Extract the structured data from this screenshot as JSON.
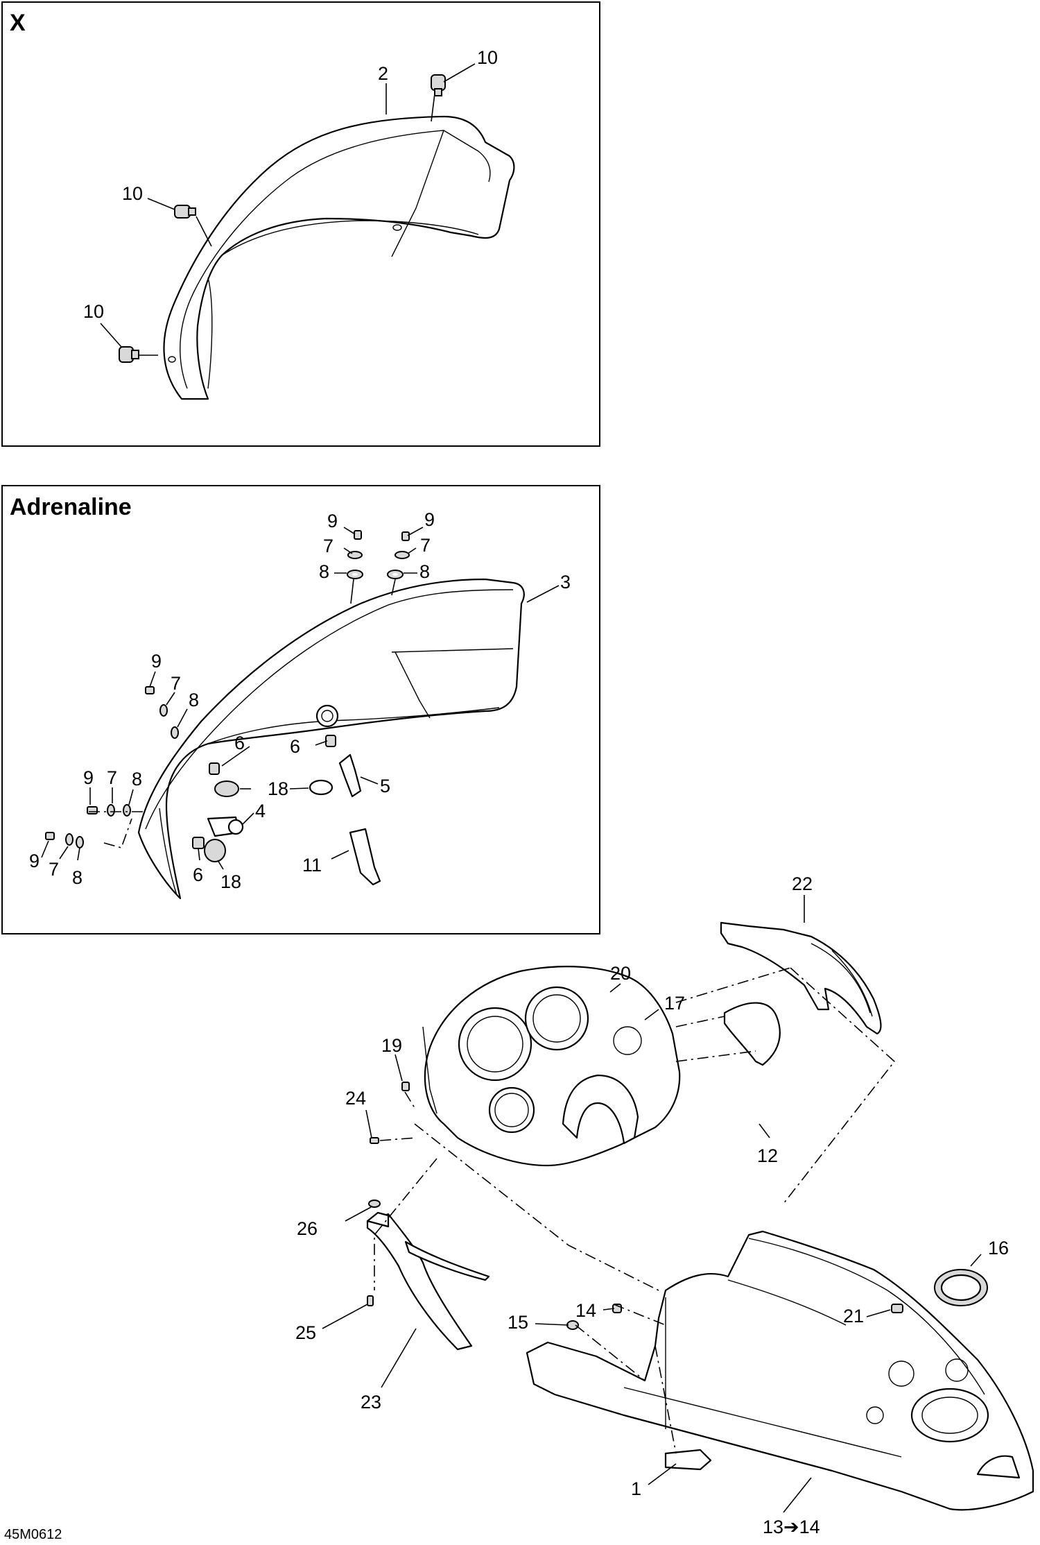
{
  "panels": {
    "x": {
      "title": "X"
    },
    "adrenaline": {
      "title": "Adrenaline"
    }
  },
  "callouts": {
    "x_2": "2",
    "x_10a": "10",
    "x_10b": "10",
    "x_10c": "10",
    "a_9a": "9",
    "a_7a": "7",
    "a_8a": "8",
    "a_9b": "9",
    "a_7b": "7",
    "a_8b": "8",
    "a_3": "3",
    "a_9c": "9",
    "a_7c": "7",
    "a_8c": "8",
    "a_6a": "6",
    "a_6b": "6",
    "a_5": "5",
    "a_18a": "18",
    "a_4": "4",
    "a_9d": "9",
    "a_7d": "7",
    "a_8d": "8",
    "a_9e": "9",
    "a_7e": "7",
    "a_8e": "8",
    "a_6c": "6",
    "a_18b": "18",
    "a_11": "11",
    "m_22": "22",
    "m_20": "20",
    "m_17": "17",
    "m_19": "19",
    "m_24": "24",
    "m_12": "12",
    "m_26": "26",
    "m_16": "16",
    "m_14": "14",
    "m_21": "21",
    "m_15": "15",
    "m_25": "25",
    "m_23": "23",
    "m_1": "1",
    "m_13_14": "13➔14"
  },
  "figure_code": "45M0612"
}
